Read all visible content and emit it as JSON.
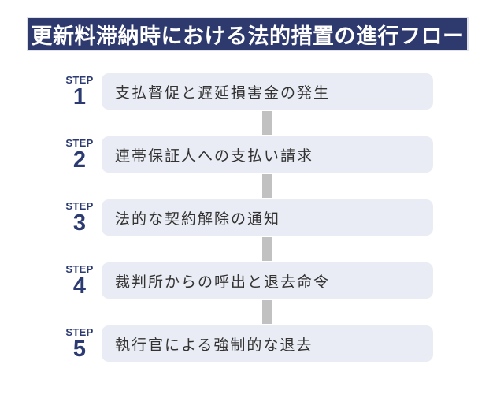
{
  "title": "更新料滞納時における法的措置の進行フロー",
  "steps": [
    {
      "label": "STEP",
      "number": "1",
      "text": "支払督促と遅延損害金の発生"
    },
    {
      "label": "STEP",
      "number": "2",
      "text": "連帯保証人への支払い請求"
    },
    {
      "label": "STEP",
      "number": "3",
      "text": "法的な契約解除の通知"
    },
    {
      "label": "STEP",
      "number": "4",
      "text": "裁判所からの呼出と退去命令"
    },
    {
      "label": "STEP",
      "number": "5",
      "text": "執行官による強制的な退去"
    }
  ],
  "colors": {
    "navy": "#2e3a6e",
    "navy-label": "#2c3a72",
    "box-bg": "#e9ecf4",
    "connector": "#c1c1c1",
    "text-dark": "#333333",
    "title-border": "#e0e2ea",
    "title-text": "#ffffff",
    "page-bg": "#ffffff"
  }
}
